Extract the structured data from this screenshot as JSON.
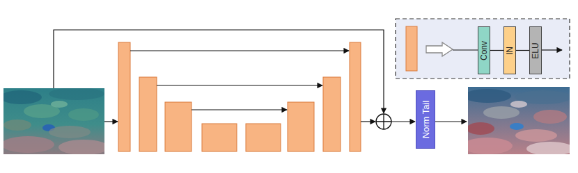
{
  "diagram": {
    "nodes": [
      {
        "text": [
          "Conv"
        ]
      },
      {
        "text": [
          "IN"
        ]
      },
      {
        "text": [
          "ELU"
        ]
      },
      {
        "text": [
          "Norm Tail"
        ]
      }
    ],
    "edges": [
      {
        "from": 0,
        "to": 1,
        "arrow": "none"
      },
      {
        "from": 1,
        "to": 2,
        "arrow": "none"
      }
    ]
  }
}
